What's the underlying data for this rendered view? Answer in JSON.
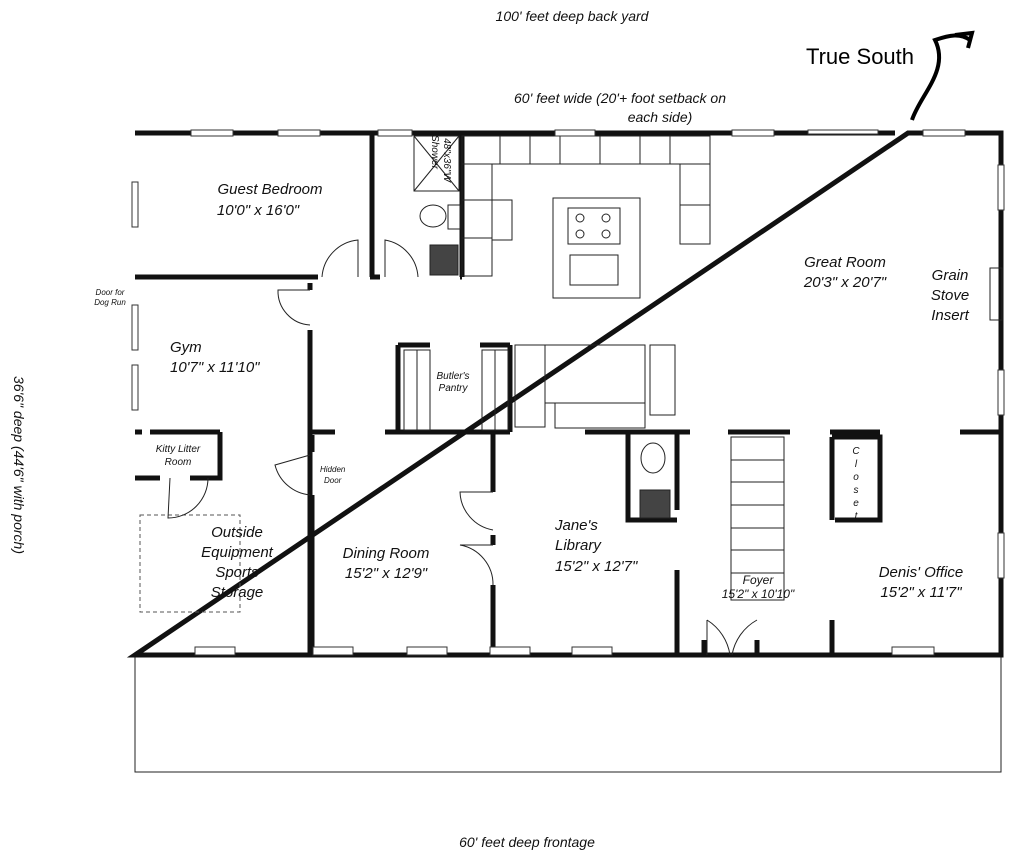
{
  "annotations": {
    "back_yard": "100' feet deep back yard",
    "width_line1": "60' feet wide (20'+ foot setback on",
    "width_line2": "each side)",
    "frontage": "60' feet deep frontage",
    "depth": "36'6\" deep (44'6\" with porch)",
    "true_south": "True South",
    "dog_run_line1": "Door for",
    "dog_run_line2": "Dog Run"
  },
  "rooms": {
    "guest_bedroom": {
      "name": "Guest Bedroom",
      "size": "10'0\" x 16'0\""
    },
    "gym": {
      "name": "Gym",
      "size": "10'7\" x 11'10\""
    },
    "great_room": {
      "name": "Great Room",
      "size": "20'3\" x 20'7\""
    },
    "grain_stove": {
      "line1": "Grain",
      "line2": "Stove",
      "line3": "Insert"
    },
    "butlers_pantry": {
      "line1": "Butler's",
      "line2": "Pantry"
    },
    "kitty_litter": {
      "line1": "Kitty Litter",
      "line2": "Room"
    },
    "hidden_door": {
      "line1": "Hidden",
      "line2": "Door"
    },
    "outside_storage": {
      "line1": "Outside",
      "line2": "Equipment",
      "line3": "Sports",
      "line4": "Storage"
    },
    "dining_room": {
      "name": "Dining Room",
      "size": "15'2\" x 12'9\""
    },
    "janes_library": {
      "line1": "Jane's",
      "line2": "Library",
      "size": "15'2\" x 12'7\""
    },
    "foyer": {
      "name": "Foyer",
      "size": "15'2\" x 10'10\""
    },
    "closet": {
      "letters": [
        "C",
        "l",
        "o",
        "s",
        "e",
        "t"
      ]
    },
    "denis_office": {
      "name": "Denis' Office",
      "size": "15'2\" x 11'7\""
    },
    "shower": {
      "line1": "Shower",
      "line2": "48\"x36\"W"
    }
  }
}
